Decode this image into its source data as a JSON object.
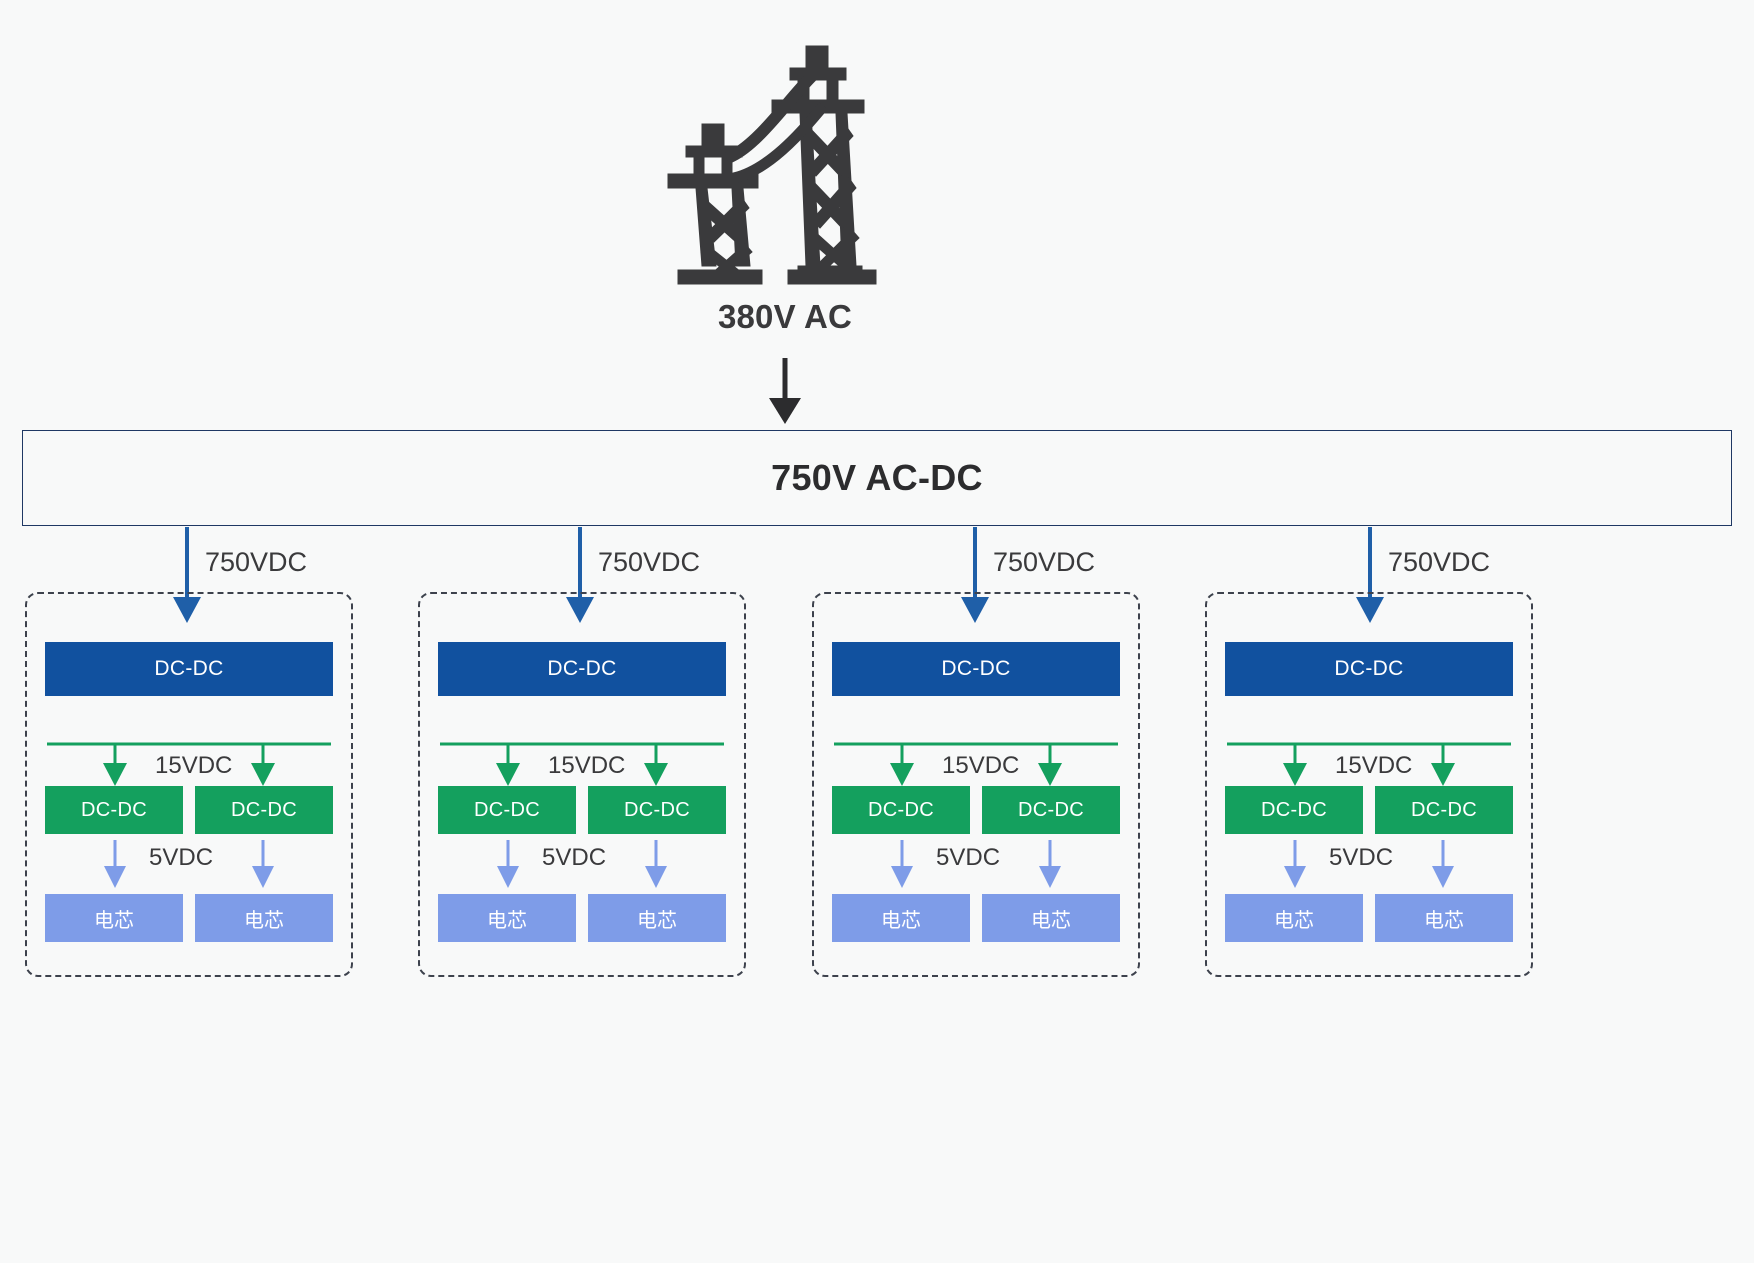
{
  "diagram": {
    "title_source": "380V AC",
    "source_icon": "transmission-tower-icon",
    "ac_dc": {
      "label": "750V AC-DC"
    },
    "feeder_label": "750VDC",
    "feeders": [
      {
        "label": "750VDC"
      },
      {
        "label": "750VDC"
      },
      {
        "label": "750VDC"
      },
      {
        "label": "750VDC"
      }
    ],
    "groups": [
      {
        "primary_label": "DC-DC",
        "bus_label": "15VDC",
        "secondary_labels": [
          "DC-DC",
          "DC-DC"
        ],
        "cell_bus_label": "5VDC",
        "cell_labels": [
          "电芯",
          "电芯"
        ]
      },
      {
        "primary_label": "DC-DC",
        "bus_label": "15VDC",
        "secondary_labels": [
          "DC-DC",
          "DC-DC"
        ],
        "cell_bus_label": "5VDC",
        "cell_labels": [
          "电芯",
          "电芯"
        ]
      },
      {
        "primary_label": "DC-DC",
        "bus_label": "15VDC",
        "secondary_labels": [
          "DC-DC",
          "DC-DC"
        ],
        "cell_bus_label": "5VDC",
        "cell_labels": [
          "电芯",
          "电芯"
        ]
      },
      {
        "primary_label": "DC-DC",
        "bus_label": "15VDC",
        "secondary_labels": [
          "DC-DC",
          "DC-DC"
        ],
        "cell_bus_label": "5VDC",
        "cell_labels": [
          "电芯",
          "电芯"
        ]
      }
    ],
    "colors": {
      "background": "#f8f9f9",
      "text": "#3a3a3c",
      "tower": "#3a3a3c",
      "acdc_border": "#1f3864",
      "primary_dcdc": "#11519f",
      "secondary_dcdc": "#14a05e",
      "cell": "#7e9ce8",
      "group_border": "#3d424d",
      "arrow_750": "#1f5fa8",
      "arrow_15": "#14a05e",
      "arrow_5": "#7e9ce8",
      "arrow_main": "#2c2c2e"
    }
  }
}
